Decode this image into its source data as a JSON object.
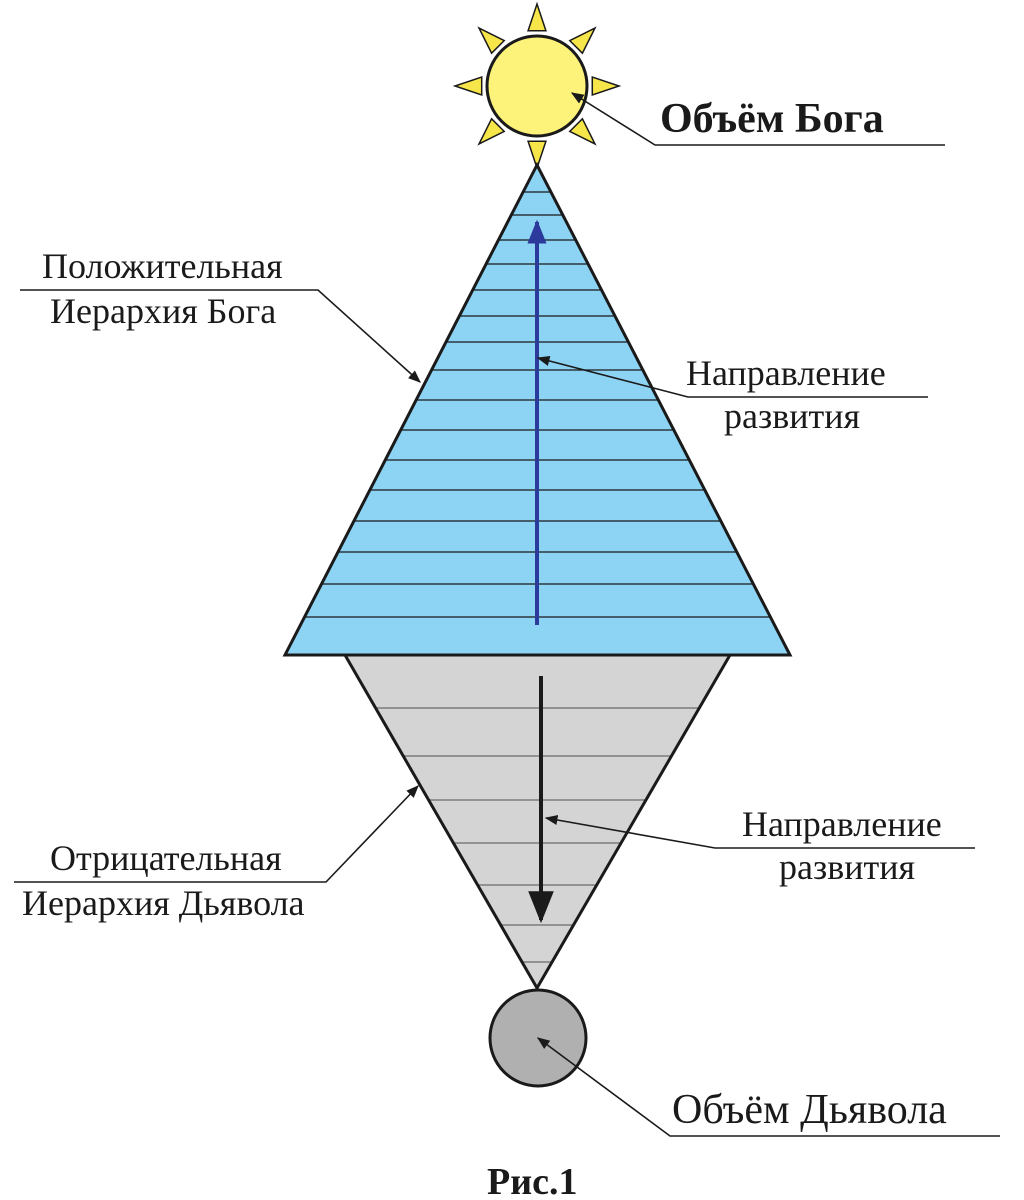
{
  "labels": {
    "god_volume": "Объём Бога",
    "positive_hierarchy": [
      "Положительная",
      "Иерархия Бога"
    ],
    "direction_up": [
      "Направление",
      "развития"
    ],
    "negative_hierarchy": [
      "Отрицательная",
      "Иерархия Дьявола"
    ],
    "direction_down": [
      "Направление",
      "развития"
    ],
    "devil_volume": "Объём Дьявола",
    "caption": "Рис.1"
  },
  "colors": {
    "sun_fill": "#fdf27a",
    "sun_ray": "#f7e64a",
    "upper_triangle": "#8dd3f3",
    "lower_triangle": "#d4d4d4",
    "devil_circle": "#b0b0b0",
    "up_arrow": "#2b3a9b",
    "down_arrow": "#1a1a1a"
  },
  "icons": {
    "top": "sun-icon",
    "bottom": "grey-circle-icon"
  }
}
